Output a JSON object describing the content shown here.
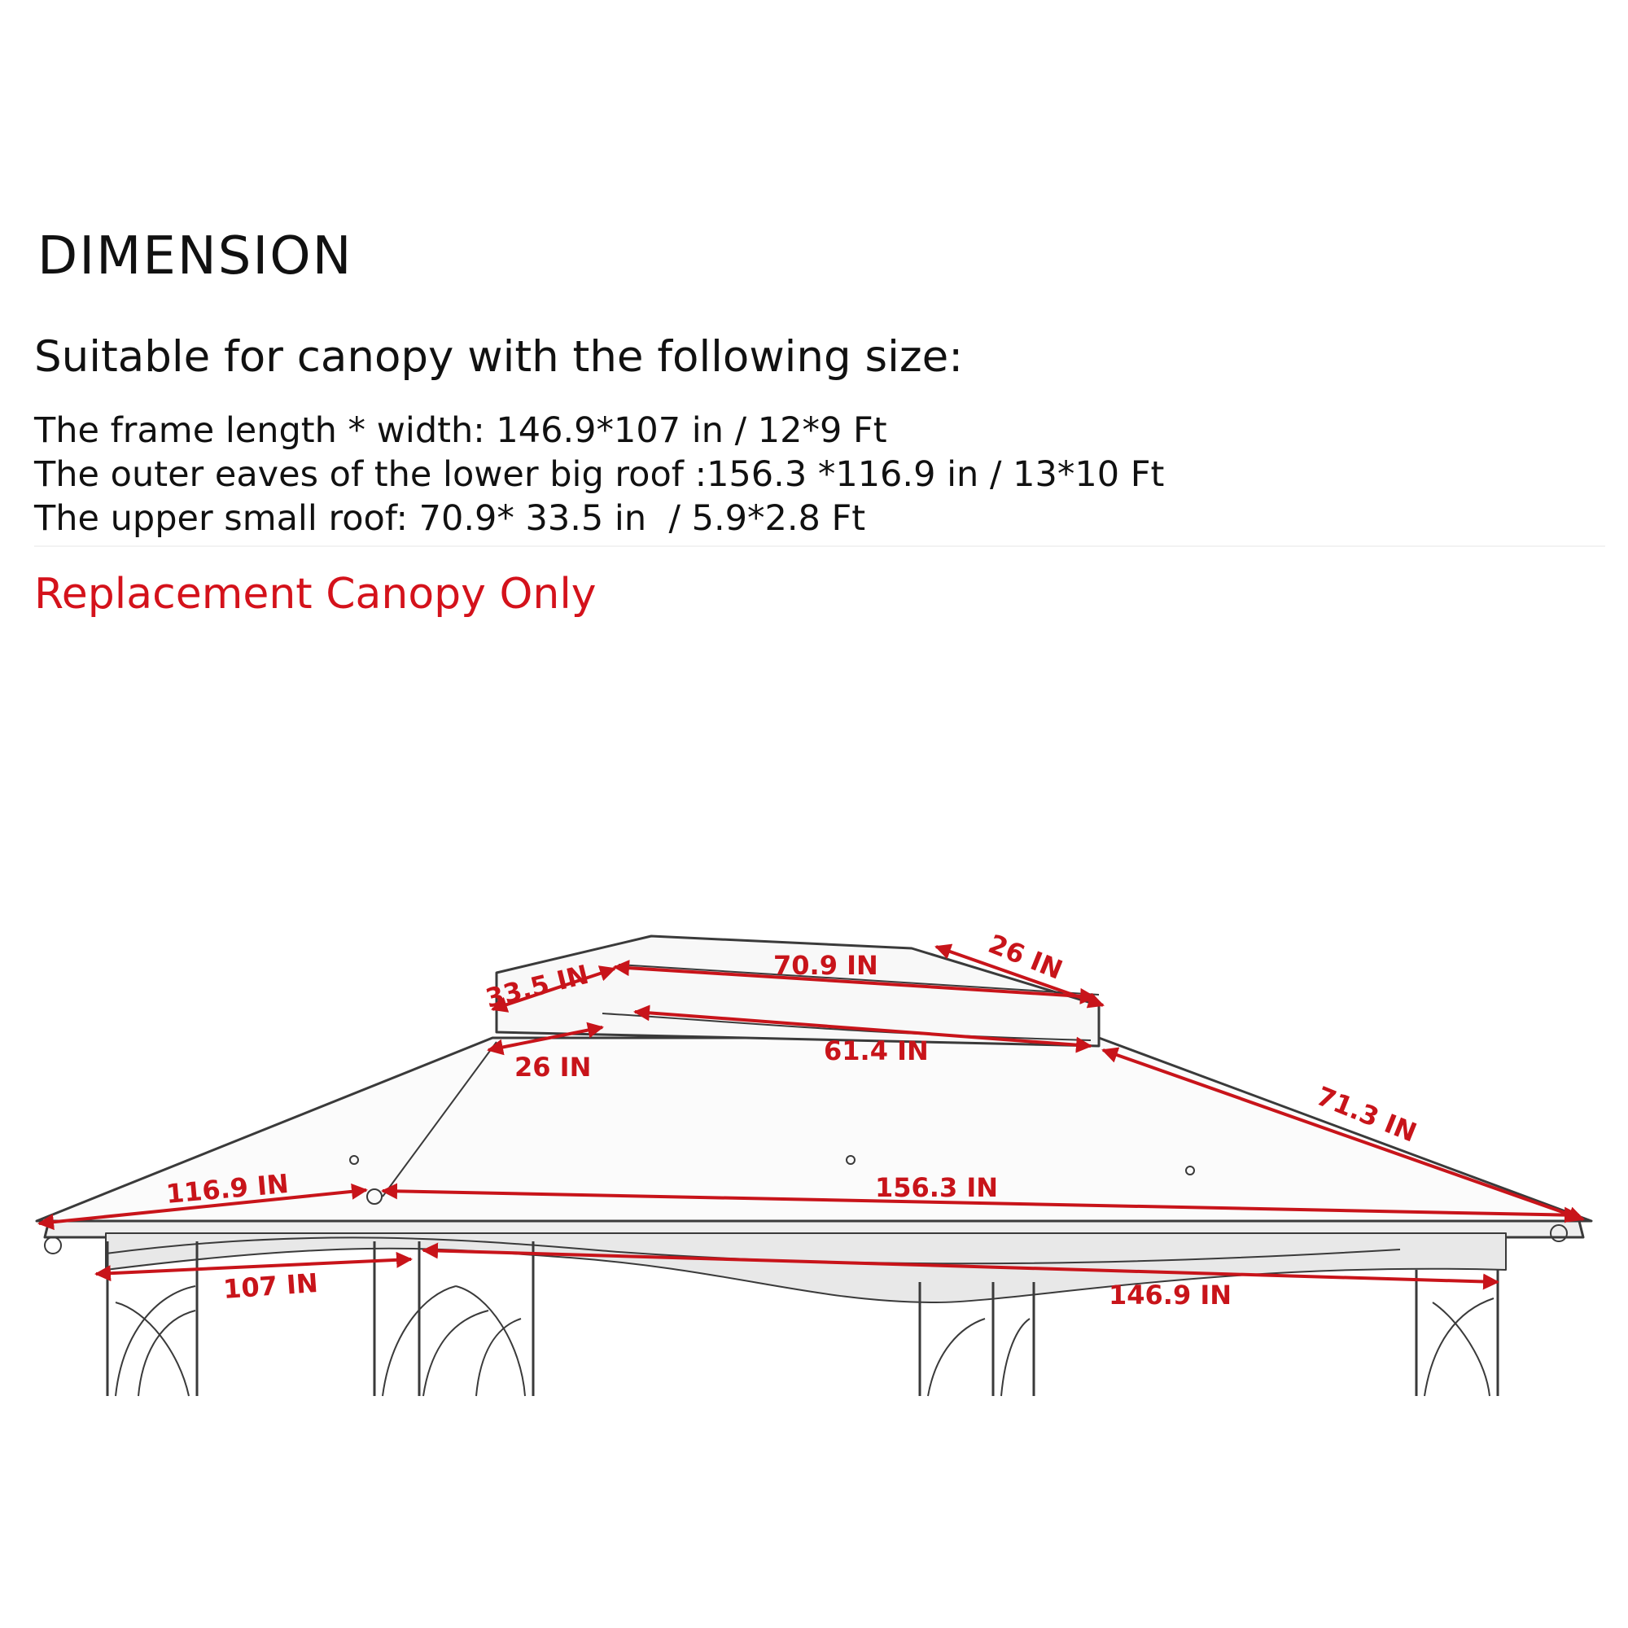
{
  "heading": "DIMENSION",
  "subheading": "Suitable for canopy with the following size:",
  "specs": [
    "The frame length * width: 146.9*107 in / 12*9 Ft",
    "The outer eaves of the lower big roof :156.3 *116.9 in / 13*10 Ft",
    "The upper small roof: 70.9* 33.5 in  / 5.9*2.8 Ft"
  ],
  "notice": "Replacement Canopy Only",
  "colors": {
    "text": "#111111",
    "notice": "#d4121b",
    "dimension_arrows": "#c8141a",
    "drawing_lines": "#3a3a3a"
  },
  "dimensions": {
    "upper_length": "70.9 IN",
    "upper_width": "33.5 IN",
    "upper_slope_right": "26 IN",
    "upper_slope_left": "26 IN",
    "upper_inner_length": "61.4 IN",
    "lower_slope": "71.3 IN",
    "lower_width": "116.9 IN",
    "lower_length": "156.3 IN",
    "frame_width": "107 IN",
    "frame_length": "146.9 IN"
  }
}
